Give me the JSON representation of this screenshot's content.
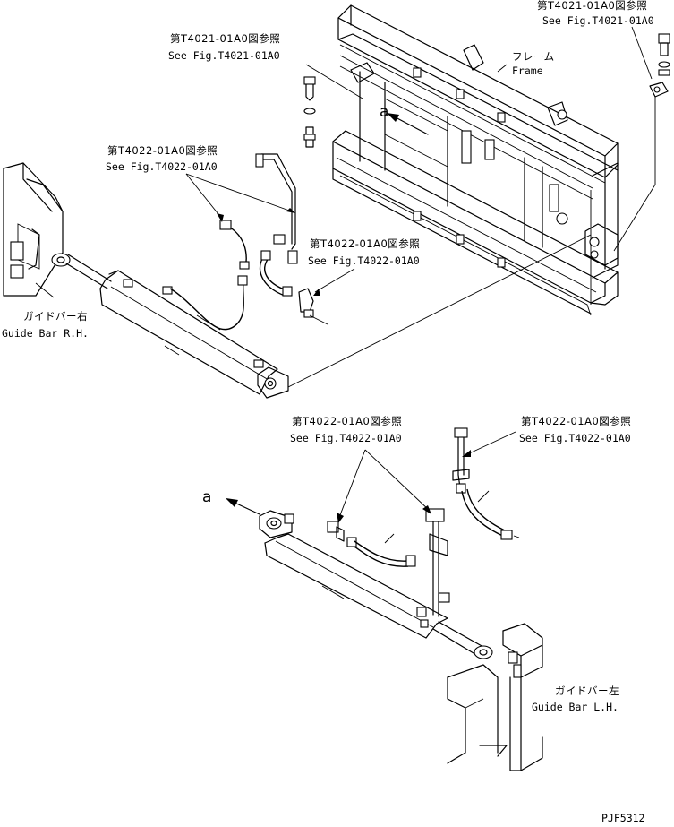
{
  "labels": {
    "ref_bolt_top_right_jp": "第T4021-01A0図参照",
    "ref_bolt_top_right_en": "See Fig.T4021-01A0",
    "ref_bolt_center_jp": "第T4021-01A0図参照",
    "ref_bolt_center_en": "See Fig.T4021-01A0",
    "frame_jp": "フレーム",
    "frame_en": "Frame",
    "ref_pipe_left_jp": "第T4022-01A0図参照",
    "ref_pipe_left_en": "See Fig.T4022-01A0",
    "ref_pipe_mid_jp": "第T4022-01A0図参照",
    "ref_pipe_mid_en": "See Fig.T4022-01A0",
    "guide_rh_jp": "ガイドバー右",
    "guide_rh_en": "Guide Bar R.H.",
    "ref_pipe_lower_left_jp": "第T4022-01A0図参照",
    "ref_pipe_lower_left_en": "See Fig.T4022-01A0",
    "ref_pipe_lower_right_jp": "第T4022-01A0図参照",
    "ref_pipe_lower_right_en": "See Fig.T4022-01A0",
    "guide_lh_jp": "ガイドバー左",
    "guide_lh_en": "Guide Bar L.H.",
    "arrow_a_top": "a",
    "arrow_a_bottom": "a",
    "drawing_code": "PJF5312"
  }
}
